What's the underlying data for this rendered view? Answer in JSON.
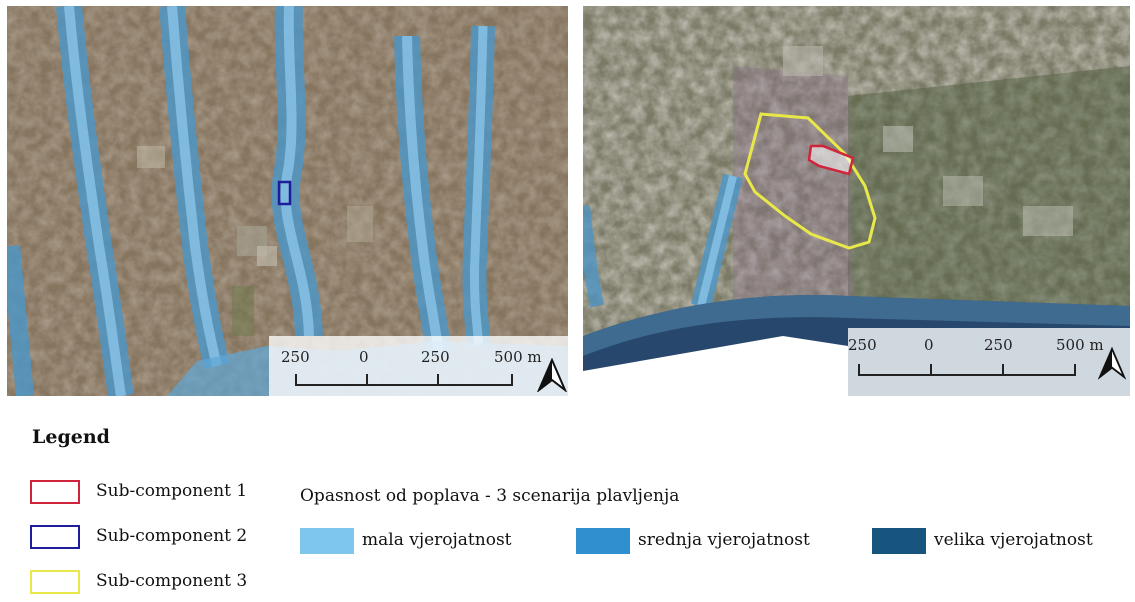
{
  "maps": [
    {
      "name": "left",
      "scalebar": {
        "labels": [
          "250",
          "0",
          "250",
          "500 m"
        ]
      }
    },
    {
      "name": "right",
      "scalebar": {
        "labels": [
          "250",
          "0",
          "250",
          "500 m"
        ]
      }
    }
  ],
  "legend": {
    "title": "Legend",
    "items": [
      {
        "label": "Sub-component 1",
        "color": "#d0243c"
      },
      {
        "label": "Sub-component 2",
        "color": "#1e1e9c"
      },
      {
        "label": "Sub-component 3",
        "color": "#e8e84a"
      }
    ]
  },
  "flood_hazard": {
    "title": "Opasnost od poplava - 3 scenarija plavljenja",
    "items": [
      {
        "label": "mala vjerojatnost",
        "color": "#7fc6ee"
      },
      {
        "label": "srednja vjerojatnost",
        "color": "#2f8fcf"
      },
      {
        "label": "velika vjerojatnost",
        "color": "#17557f"
      }
    ]
  },
  "icons": [
    "north-arrow-icon"
  ]
}
